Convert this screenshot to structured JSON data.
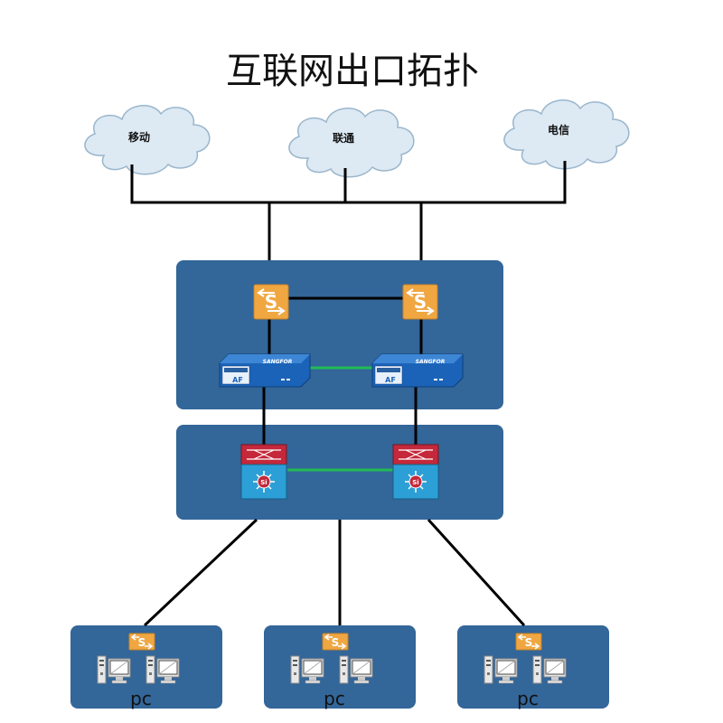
{
  "title": "互联网出口拓扑",
  "isps": [
    {
      "label": "移动"
    },
    {
      "label": "联通"
    },
    {
      "label": "电信"
    }
  ],
  "firewall": {
    "brand": "SANGFOR",
    "badge": "AF"
  },
  "core_switch": {
    "badge": "Si"
  },
  "switch_badge": "S",
  "pc_groups": [
    {
      "label": "pc"
    },
    {
      "label": "pc"
    },
    {
      "label": "pc"
    }
  ],
  "colors": {
    "zone_fill": "#336699",
    "cloud_fill": "#dde9f3",
    "cloud_stroke": "#9ab6cc",
    "switch_fill": "#f0a742",
    "firewall_fill": "#1b63b8",
    "core_top_fill": "#c4283a",
    "core_bottom_fill": "#2c9fd6",
    "link_color": "#000000",
    "ha_link_color": "#22bb55"
  }
}
